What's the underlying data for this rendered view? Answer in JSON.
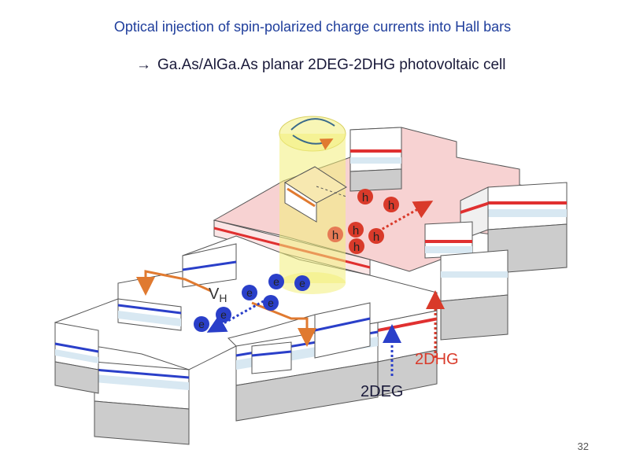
{
  "slide": {
    "title": "Optical injection of spin-polarized charge currents into Hall bars",
    "subtitle_arrow": "→",
    "subtitle": "Ga.As/AlGa.As planar 2DEG-2DHG photovoltaic cell",
    "page_number": "32"
  },
  "diagram": {
    "hole_label": "h",
    "electron_label": "e",
    "hall_voltage_label": "V",
    "hall_voltage_subscript": "H",
    "dhg_label": "2DHG",
    "deg_label": "2DEG",
    "colors": {
      "hole": "#d93a2a",
      "electron": "#2a3fc9",
      "light_beam": "#f3ef7a",
      "p_region": "#f7d2d2",
      "n_region": "#ffffff",
      "contact_wire": "#e07a30"
    }
  }
}
